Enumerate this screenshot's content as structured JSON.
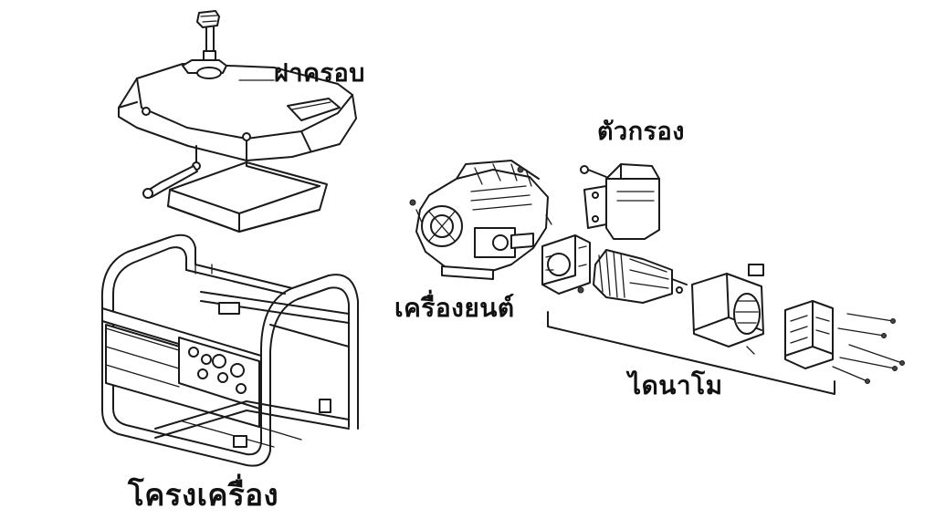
{
  "labels": {
    "cover": "ฝาครอบ",
    "filter": "ตัวกรอง",
    "engine": "เครื่องยนต์",
    "dynamo": "ไดนาโม",
    "frame": "โครงเครื่อง"
  },
  "colors": {
    "background": "#ffffff",
    "line": "#1a1a1a",
    "text": "#111111"
  }
}
